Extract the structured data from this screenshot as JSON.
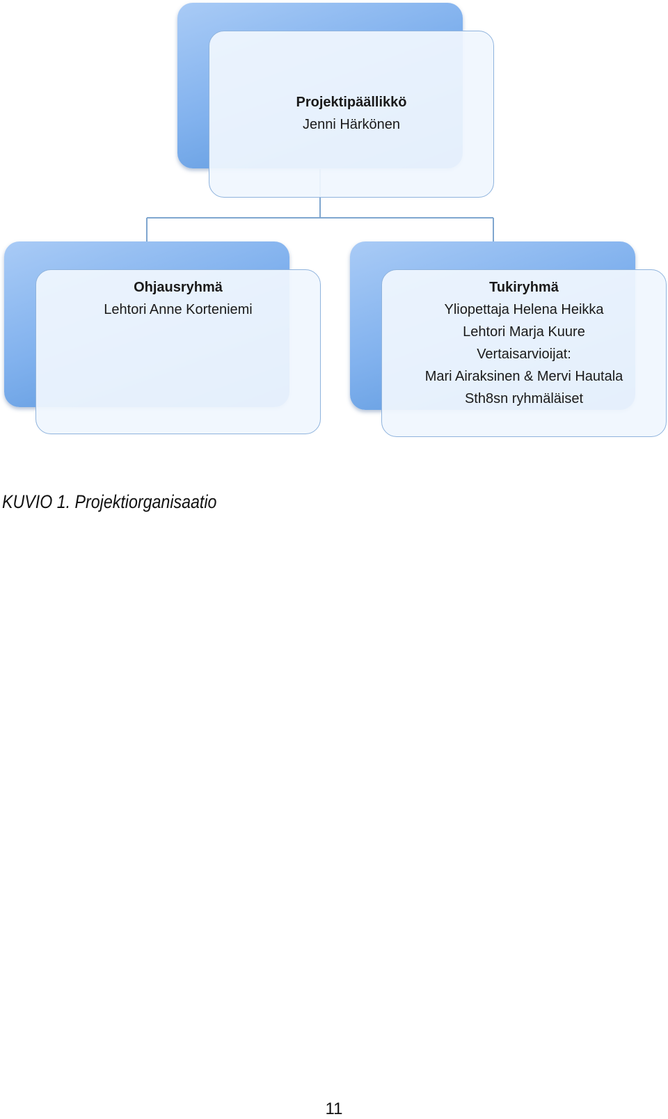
{
  "org_chart": {
    "top": {
      "title": "Projektipäällikkö",
      "lines": [
        "Jenni Härkönen"
      ]
    },
    "left": {
      "title": "Ohjausryhmä",
      "lines": [
        "Lehtori Anne Korteniemi"
      ]
    },
    "right": {
      "title": "Tukiryhmä",
      "lines": [
        "Yliopettaja Helena Heikka",
        "Lehtori Marja Kuure",
        "Vertaisarvioijat:",
        "Mari Airaksinen & Mervi Hautala",
        "Sth8sn ryhmäläiset"
      ]
    },
    "colors": {
      "box_gradient_light": "#a9cbf6",
      "box_gradient_dark": "#4f8fd8",
      "box_front": "#f0f6fe",
      "box_border": "#8fb3dd",
      "connector": "#7fa6cf"
    }
  },
  "caption": "KUVIO 1. Projektiorganisaatio",
  "page_number": "11"
}
